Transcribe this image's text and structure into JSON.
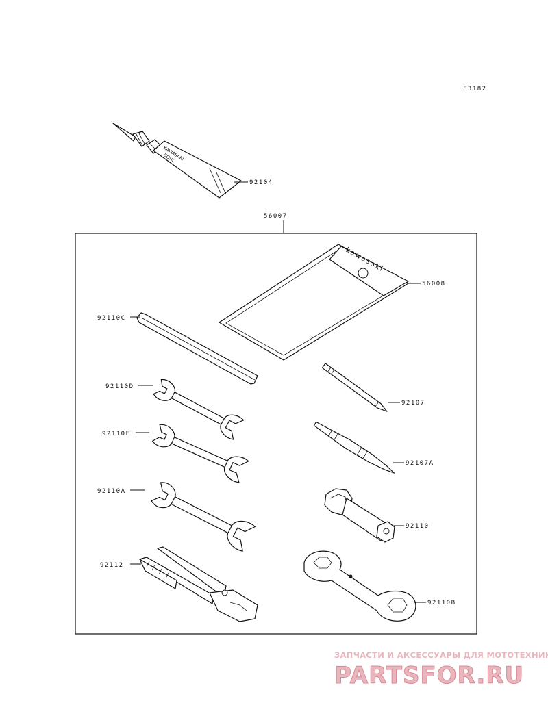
{
  "figure_code": "F3182",
  "parts": {
    "p92104": "92104",
    "p56007": "56007",
    "p56008": "56008",
    "p92110C": "92110C",
    "p92110D": "92110D",
    "p92110E": "92110E",
    "p92110A": "92110A",
    "p92112": "92112",
    "p92107": "92107",
    "p92107A": "92107A",
    "p92110": "92110",
    "p92110B": "92110B"
  },
  "tube_text": {
    "line1": "KAWASAKI",
    "line2": "BOND"
  },
  "pouch_text": "kawasaki",
  "watermark": {
    "tagline": "ЗАПЧАСТИ И АКСЕССУАРЫ ДЛЯ МОТОТЕХНИКИ",
    "logo": "PARTSFOR.RU",
    "color": "#e9b6bd"
  }
}
